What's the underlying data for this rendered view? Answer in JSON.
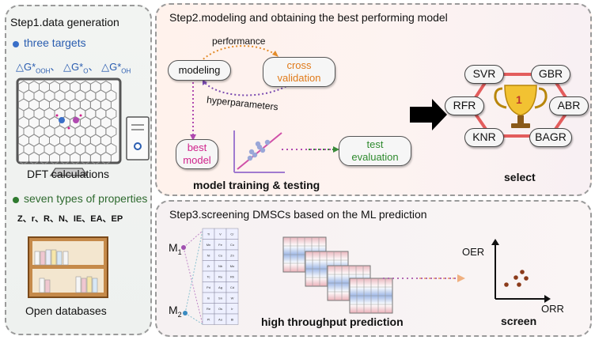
{
  "step1": {
    "title": "Step1.data generation",
    "targets_heading": "three targets",
    "targets": {
      "t1_base": "△G*",
      "t1_sub": "OOH",
      "sep1": "、",
      "t2_base": "△G*",
      "t2_sub": "O",
      "sep2": "、",
      "t3_base": "△G*",
      "t3_sub": "OH"
    },
    "dft_label": "DFT calculations",
    "properties_heading": "seven types of properties",
    "properties_list": "Z、r、R、N、IE、EA、EP",
    "databases_label": "Open databases",
    "colors": {
      "bullet_blue": "#3a6fc8",
      "bullet_green": "#2f7a2f",
      "targets_text": "#2a5db0"
    }
  },
  "step2": {
    "title": "Step2.modeling and obtaining the best performing model",
    "modeling": "modeling",
    "cross_line1": "cross",
    "cross_line2": "validation",
    "performance": "performance",
    "hyperparameters": "hyperparameters",
    "best_line1": "best",
    "best_line2": "model",
    "test_line1": "test",
    "test_line2": "evaluation",
    "training_label": "model training & testing",
    "models": [
      "SVR",
      "GBR",
      "RFR",
      "ABR",
      "KNR",
      "BAGR"
    ],
    "trophy_number": "1",
    "select_label": "select",
    "colors": {
      "cross_text": "#e07a1a",
      "best_text": "#d0238c",
      "test_text": "#2e8a2e",
      "hex_edge": "#e35d5d"
    }
  },
  "step3": {
    "title": "Step3.screening DMSCs based on the ML prediction",
    "m1_base": "M",
    "m1_sub": "1",
    "m2_base": "M",
    "m2_sub": "2",
    "periodic_elements": [
      "Ti",
      "V",
      "Cr",
      "Mn",
      "Fe",
      "Co",
      "Ni",
      "Cu",
      "Zn",
      "Zr",
      "Nb",
      "Mo",
      "Tc",
      "Ru",
      "Rh",
      "Pd",
      "Ag",
      "Cd",
      "In",
      "Sn",
      "W",
      "Re",
      "Os",
      "Ir",
      "Pt",
      "Au",
      "Bi"
    ],
    "ht_label": "high throughput prediction",
    "oer": "OER",
    "orr": "ORR",
    "screen_label": "screen"
  }
}
